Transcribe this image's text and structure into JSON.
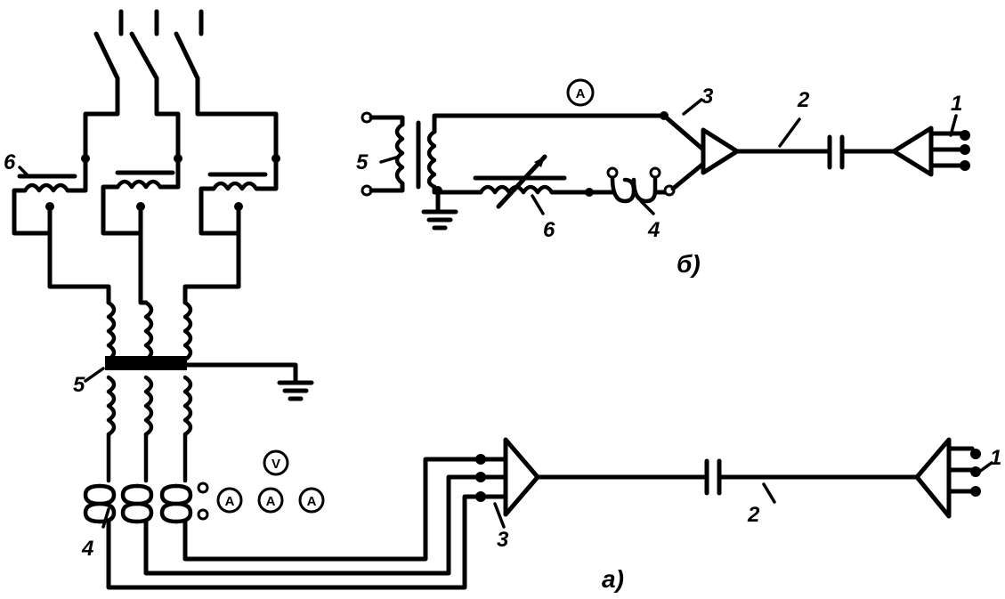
{
  "diagram": {
    "panel_a": {
      "caption": "а)",
      "labels": {
        "one": "1",
        "two": "2",
        "three": "3",
        "four": "4",
        "five": "5",
        "six": "6"
      },
      "meters": {
        "voltmeter": "V",
        "ammeter_1": "A",
        "ammeter_2": "A",
        "ammeter_3": "A"
      }
    },
    "panel_b": {
      "caption": "б)",
      "labels": {
        "one": "1",
        "two": "2",
        "three": "3",
        "four": "4",
        "five": "5",
        "six": "6"
      },
      "meters": {
        "ammeter": "A"
      }
    }
  }
}
